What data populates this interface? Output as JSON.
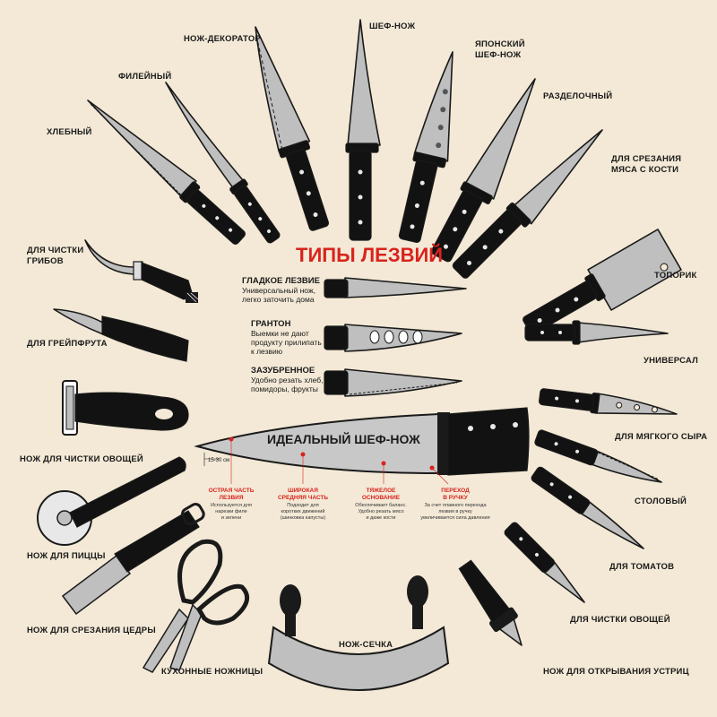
{
  "title": "ТИПЫ ЛЕЗВИЙ",
  "blade_types": [
    {
      "name": "ГЛАДКОЕ ЛЕЗВИЕ",
      "desc": [
        "Универсальный нож,",
        "легко заточить дома"
      ]
    },
    {
      "name": "ГРАНТОН",
      "desc": [
        "Выемки не дают",
        "продукту прилипать",
        "к лезвию"
      ]
    },
    {
      "name": "ЗАЗУБРЕННОЕ",
      "desc": [
        "Удобно резать хлеб,",
        "помидоры, фрукты"
      ]
    }
  ],
  "ideal": {
    "title": "ИДЕАЛЬНЫЙ ШЕФ-НОЖ",
    "length": "15-30 см",
    "parts": [
      {
        "title": [
          "ОСТРАЯ ЧАСТЬ",
          "ЛЕЗВИЯ"
        ],
        "desc": [
          "Используется для",
          "нарезки филе",
          "и зелени"
        ]
      },
      {
        "title": [
          "ШИРОКАЯ",
          "СРЕДНЯЯ ЧАСТЬ"
        ],
        "desc": [
          "Подходит для",
          "коротких движений",
          "(шинковка капусты)"
        ]
      },
      {
        "title": [
          "ТЯЖЕЛОЕ",
          "ОСНОВАНИЕ"
        ],
        "desc": [
          "Обеспечивает баланс.",
          "Удобно резать мясо",
          "и даже кости"
        ]
      },
      {
        "title": [
          "ПЕРЕХОД",
          "В РУЧКУ"
        ],
        "desc": [
          "За счет плавного перехода",
          "лезвия в ручку",
          "увеличивается сила давления"
        ]
      }
    ]
  },
  "labels": {
    "decorator": "НОЖ-ДЕКОРАТОР",
    "chef": "ШЕФ-НОЖ",
    "japanese": [
      "ЯПОНСКИЙ",
      "ШЕФ-НОЖ"
    ],
    "fillet": "ФИЛЕЙНЫЙ",
    "carving": "РАЗДЕЛОЧНЫЙ",
    "bread": "ХЛЕБНЫЙ",
    "boning": [
      "ДЛЯ СРЕЗАНИЯ",
      "МЯСА С КОСТИ"
    ],
    "mushroom": [
      "ДЛЯ ЧИСТКИ",
      "ГРИБОВ"
    ],
    "cleaver": "ТОПОРИК",
    "grapefruit": "ДЛЯ ГРЕЙПФРУТА",
    "universal": "УНИВЕРСАЛ",
    "peeler": "НОЖ ДЛЯ ЧИСТКИ ОВОЩЕЙ",
    "cheese": "ДЛЯ МЯГКОГО СЫРА",
    "table": "СТОЛОВЫЙ",
    "pizza": "НОЖ ДЛЯ ПИЦЦЫ",
    "tomato": "ДЛЯ ТОМАТОВ",
    "zester": "НОЖ ДЛЯ СРЕЗАНИЯ ЦЕДРЫ",
    "paring": "ДЛЯ ЧИСТКИ ОВОЩЕЙ",
    "mezzaluna": "НОЖ-СЕЧКА",
    "scissors": "КУХОННЫЕ НОЖНИЦЫ",
    "oyster": "НОЖ ДЛЯ ОТКРЫВАНИЯ УСТРИЦ"
  },
  "colors": {
    "accent": "#d9231d",
    "background": "#f3e9d6",
    "handle": "#121212",
    "blade": "#bfbfbf"
  }
}
